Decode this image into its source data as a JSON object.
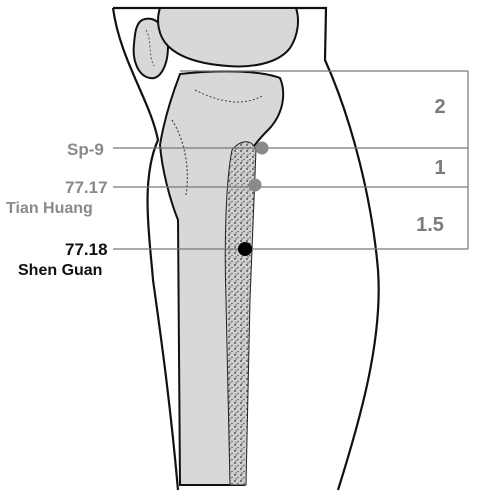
{
  "points": [
    {
      "code": "Sp-9",
      "name": "",
      "color": "#8a8a8a"
    },
    {
      "code": "77.17",
      "name": "Tian Huang",
      "color": "#8a8a8a"
    },
    {
      "code": "77.18",
      "name": "Shen Guan",
      "color": "#111111"
    }
  ],
  "distances": [
    "2",
    "1",
    "1.5"
  ]
}
